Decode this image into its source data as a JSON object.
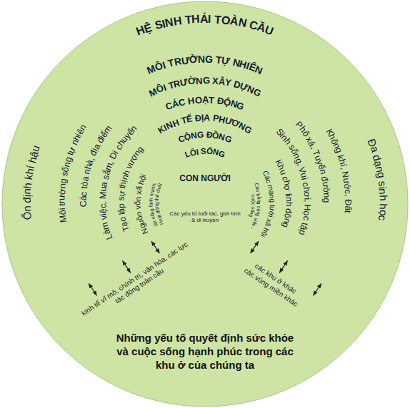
{
  "diagram": {
    "caption": "Những yếu tố quyết định sức khỏe và cuộc sống hạnh phúc trong các khu ở của chúng ta",
    "nodes": [
      {
        "text": [
          "HỆ SINH THÁI TOÀN CẦU",
          "Ổn định khí hậu",
          "Đa dạng sinh học"
        ]
      },
      {
        "text": [
          "MÔI TRƯỜNG TỰ NHIÊN",
          "Môi trường sống tự nhiên",
          "Không khí, Nước, Đất"
        ],
        "in": 0
      },
      {
        "text": [
          "MÔI TRƯỜNG XÂY DỰNG",
          "Các tòa nhà, địa điểm",
          "Phố xá, Tuyến đường"
        ],
        "in": 1
      },
      {
        "text": [
          "CÁC HOẠT ĐỘNG",
          "Làm việc, Mua sắm, Di chuyển",
          "Sinh sống, Vui chơi, Học tập"
        ],
        "in": 2
      },
      {
        "text": [
          "KINH TẾ ĐỊA PHƯƠNG",
          "Tạo lập sự thịnh vượng",
          "Khu chợ linh động"
        ],
        "in": 3
      },
      {
        "text": [
          "CỘNG ĐỒNG",
          "Nguồn vốn xã hội",
          "Các mạng lưới xã hội"
        ],
        "in": 4
      },
      {
        "text": [
          "LỐI SỐNG",
          "Ăn uống lành mạnh, Hoạt động thể chất",
          "Cân bằng công việc - cuộc sống"
        ],
        "in": 5
      },
      {
        "text": [
          "CON NGƯỜI",
          "Các yếu tố tuổi tác, giới tính & di truyền"
        ],
        "in": 6
      }
    ],
    "labels": [
      "kinh tế vĩ mô, chính trị, văn hóa, các lực tác động toàn cầu",
      "các khu ở khác",
      "các vùng miền khác"
    ]
  }
}
